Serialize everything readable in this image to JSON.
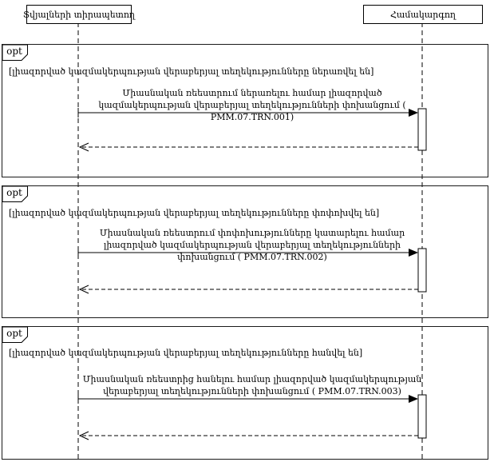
{
  "diagram": {
    "type": "uml-sequence-diagram",
    "colors": {
      "line": "#000000",
      "background": "#ffffff"
    },
    "actors": [
      {
        "id": "data-owner",
        "label": "Տվյալների տիրապետող"
      },
      {
        "id": "coordinator",
        "label": "Համակարգող"
      }
    ],
    "fragments": [
      {
        "operator": "opt",
        "guard": "[լիազորված կազմակերպության վերաբերյալ տեղեկությունները ներառվել են]",
        "message": "Միասնական ռեեստրում ներառելու համար լիազորված կազմակերպության վերաբերյալ տեղեկությունների փոխանցում ( PMM.07.TRN.001)"
      },
      {
        "operator": "opt",
        "guard": "[լիազորված կազմակերպության վերաբերյալ տեղեկությունները փոփոխվել են]",
        "message": "Միասնական ռեեստրում փոփոխությունները կատարելու համար լիազորված կազմակերպության վերաբերյալ տեղեկությունների փոխանցում ( PMM.07.TRN.002)"
      },
      {
        "operator": "opt",
        "guard": "[լիազորված կազմակերպության վերաբերյալ տեղեկությունները հանվել են]",
        "message": "Միասնական ռեեստրից հանելու համար լիազորված կազմակերպության վերաբերյալ տեղեկությունների փոխանցում ( PMM.07.TRN.003)"
      }
    ]
  }
}
